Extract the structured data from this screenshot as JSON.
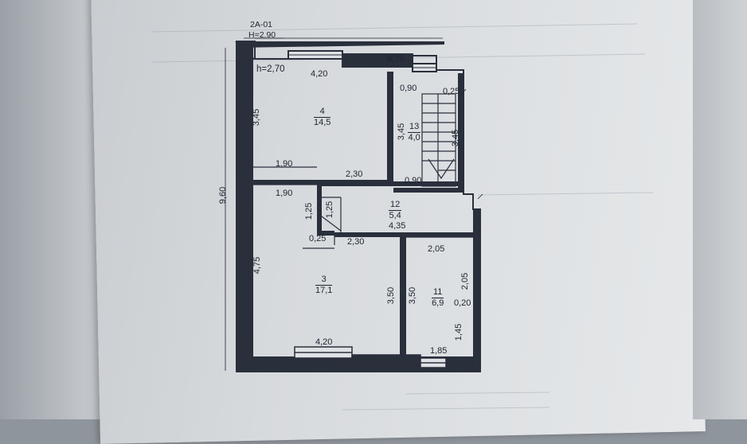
{
  "plan": {
    "code": "2A-01",
    "height_total": "H=2.90",
    "height_interior": "h=2,70"
  },
  "dimensions": {
    "top_overall": "9,75",
    "left_overall": "9,60",
    "top_left_window": "4,20",
    "top_right_seg": "0,90",
    "corner": "0,25",
    "upper_left_height": "3,45",
    "stair_left_height": "3,45",
    "stair_right_height": "3,45",
    "mid_top": "1,90",
    "mid_bottom": "1,90",
    "hall_top": "2,30",
    "hall_right": "0,90",
    "hall_height_left": "1,25",
    "hall_height_right": "1,25",
    "hall_bottom_left": "0,25",
    "hall_bottom": "2,30",
    "hall_bottom_right": "4,35",
    "room11_top": "2,05",
    "room11_right": "2,05",
    "lower_left_height": "4,75",
    "room3_right": "3,50",
    "room11_left": "3,50",
    "room11_small": "0,20",
    "bottom_left_window": "4,20",
    "bottom_right_seg": "1,85",
    "bottom_right_height": "1,45"
  },
  "rooms": [
    {
      "number": "4",
      "area": "14,5"
    },
    {
      "number": "13",
      "area": "4,0"
    },
    {
      "number": "12",
      "area": "5,4"
    },
    {
      "number": "3",
      "area": "17,1"
    },
    {
      "number": "11",
      "area": "6,9"
    }
  ],
  "colors": {
    "ink": "#1e2330",
    "wall": "#2a2f3c"
  }
}
